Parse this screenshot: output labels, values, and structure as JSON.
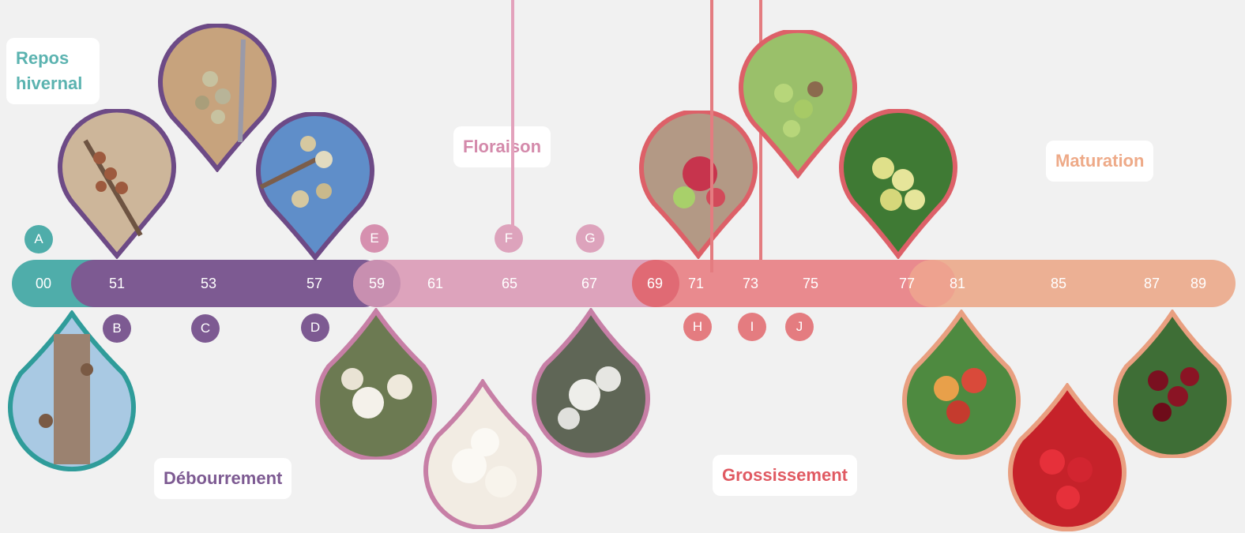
{
  "colors": {
    "teal": "#4fadaa",
    "purple": "#7d5a92",
    "pink": "#d690af",
    "red": "#e47c80",
    "peach": "#ecb094"
  },
  "stages": {
    "repos": "Repos hivernal",
    "debourrement": "Débourrement",
    "floraison": "Floraison",
    "grossissement": "Grossissement",
    "maturation": "Maturation"
  },
  "codes": [
    "00",
    "51",
    "53",
    "57",
    "59",
    "61",
    "65",
    "67",
    "69",
    "71",
    "73",
    "75",
    "77",
    "81",
    "85",
    "87",
    "89"
  ],
  "letters": [
    "A",
    "B",
    "C",
    "D",
    "E",
    "F",
    "G",
    "H",
    "I",
    "J"
  ],
  "photos": [
    {
      "stage": "A",
      "subject": "dormant-bud-branch"
    },
    {
      "stage": "B",
      "subject": "swelling-buds"
    },
    {
      "stage": "C",
      "subject": "bud-cluster"
    },
    {
      "stage": "D",
      "subject": "green-buds-sky"
    },
    {
      "stage": "E",
      "subject": "first-white-flowers"
    },
    {
      "stage": "F",
      "subject": "full-bloom"
    },
    {
      "stage": "G",
      "subject": "flowering-branch"
    },
    {
      "stage": "H",
      "subject": "petal-fall"
    },
    {
      "stage": "I",
      "subject": "small-green-fruit"
    },
    {
      "stage": "J",
      "subject": "yellow-green-cherries"
    },
    {
      "stage": "81",
      "subject": "turning-cherries"
    },
    {
      "stage": "85",
      "subject": "red-cherries"
    },
    {
      "stage": "87",
      "subject": "dark-red-cherries"
    }
  ]
}
